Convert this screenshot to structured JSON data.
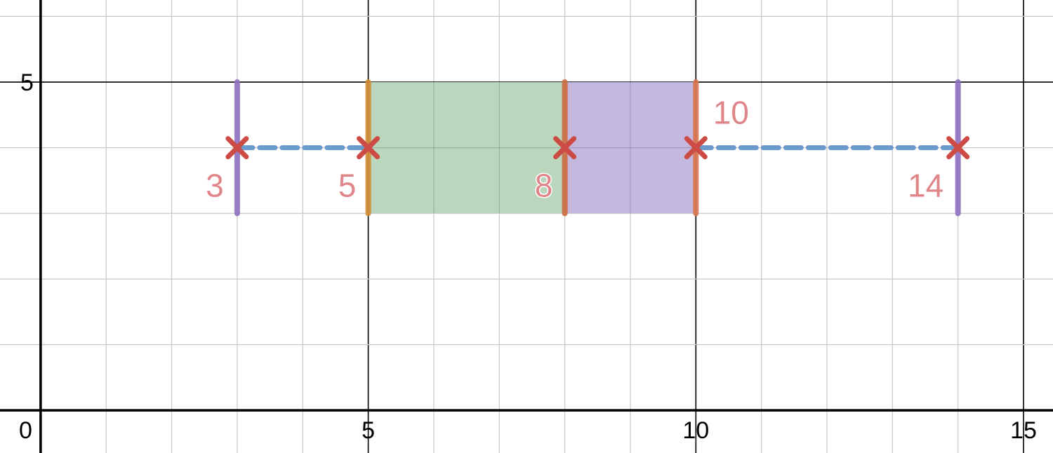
{
  "chart_data": {
    "type": "box",
    "title": "",
    "xlabel": "",
    "ylabel": "",
    "xlim": [
      -0.62,
      15.45
    ],
    "ylim": [
      -0.65,
      6.25
    ],
    "grid": true,
    "minor_grid_step": 1,
    "major_grid_step": 5,
    "x_tick_labels": [
      "0",
      "5",
      "10",
      "15"
    ],
    "y_tick_labels": [
      "5"
    ],
    "box": {
      "y_center": 4,
      "y_bottom": 3,
      "y_top": 5,
      "min": 3,
      "q1": 5,
      "median": 8,
      "q3": 10,
      "max": 14
    },
    "points": [
      {
        "x": 3,
        "y": 4,
        "label": "3"
      },
      {
        "x": 5,
        "y": 4,
        "label": "5"
      },
      {
        "x": 8,
        "y": 4,
        "label": "8"
      },
      {
        "x": 10,
        "y": 4,
        "label": "10"
      },
      {
        "x": 14,
        "y": 4,
        "label": "14"
      }
    ],
    "colors": {
      "lower_box": "#b6d4b9",
      "upper_box": "#c2b4dd",
      "whisker": "#6b9bcd",
      "end_lines": "#8e6fc0",
      "quartile_lines": "#d28b32",
      "median_line": "#cc6d40",
      "q3_line": "#d8744c",
      "markers": "#cd4b45",
      "labels": "#e0858a"
    }
  }
}
